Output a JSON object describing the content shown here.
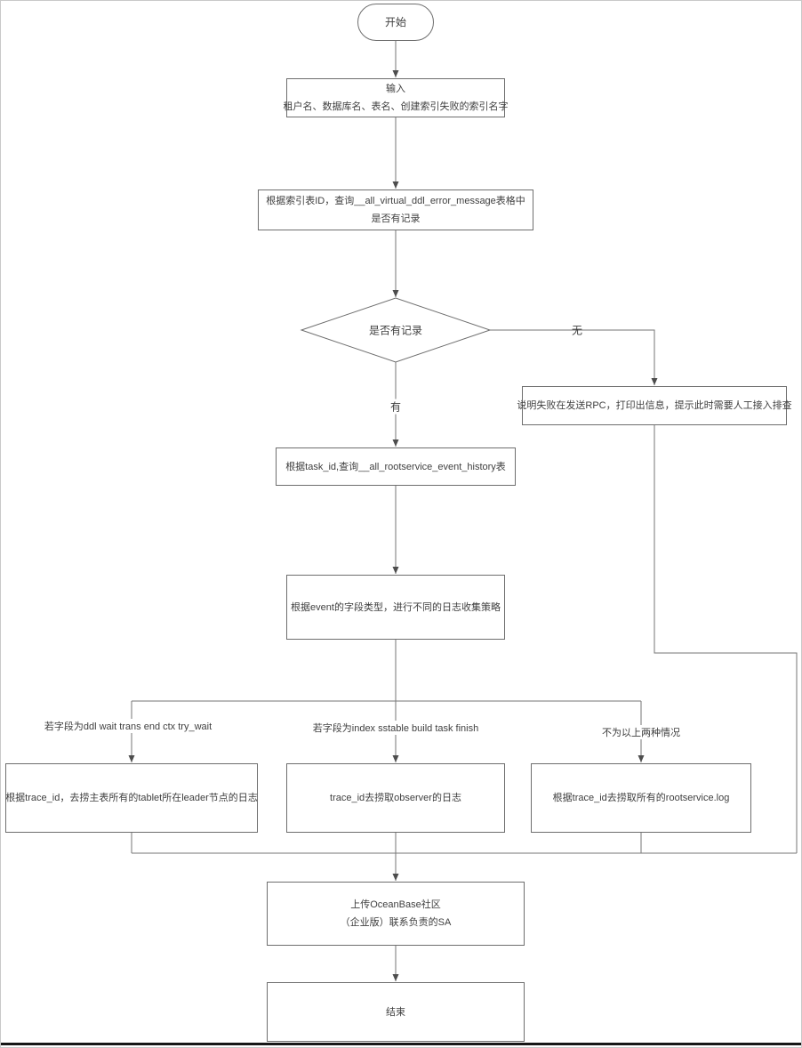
{
  "page": {
    "background": "#ffffff",
    "line_color": "#757575",
    "box_border_color": "#6e6e6e",
    "text_color": "#3f3f3f"
  },
  "nodes": {
    "start": {
      "label": "开始"
    },
    "input": {
      "line1": "输入",
      "line2": "租户名、数据库名、表名、创建索引失败的索引名字"
    },
    "query_error_message": {
      "line1": "根据索引表ID，查询__all_virtual_ddl_error_message表格中",
      "line2": "是否有记录"
    },
    "decision": {
      "label": "是否有记录"
    },
    "rpc_note": {
      "label": "说明失败在发送RPC，打印出信息，提示此时需要人工接入排查"
    },
    "query_event_history": {
      "label": "根据task_id,查询__all_rootservice_event_history表"
    },
    "event_strategy": {
      "label": "根据event的字段类型，进行不同的日志收集策略"
    },
    "branch_left": {
      "label": "根据trace_id，去捞主表所有的tablet所在leader节点的日志"
    },
    "branch_mid": {
      "label": "trace_id去捞取observer的日志"
    },
    "branch_right": {
      "label": "根据trace_id去捞取所有的rootservice.log"
    },
    "upload": {
      "line1": "上传OceanBase社区",
      "line2": "（企业版）联系负责的SA"
    },
    "end": {
      "label": "结束"
    }
  },
  "edge_labels": {
    "yes": "有",
    "no": "无",
    "cond_left": "若字段为ddl wait trans end ctx try_wait",
    "cond_mid": "若字段为index sstable build task finish",
    "cond_right": "不为以上两种情况"
  }
}
